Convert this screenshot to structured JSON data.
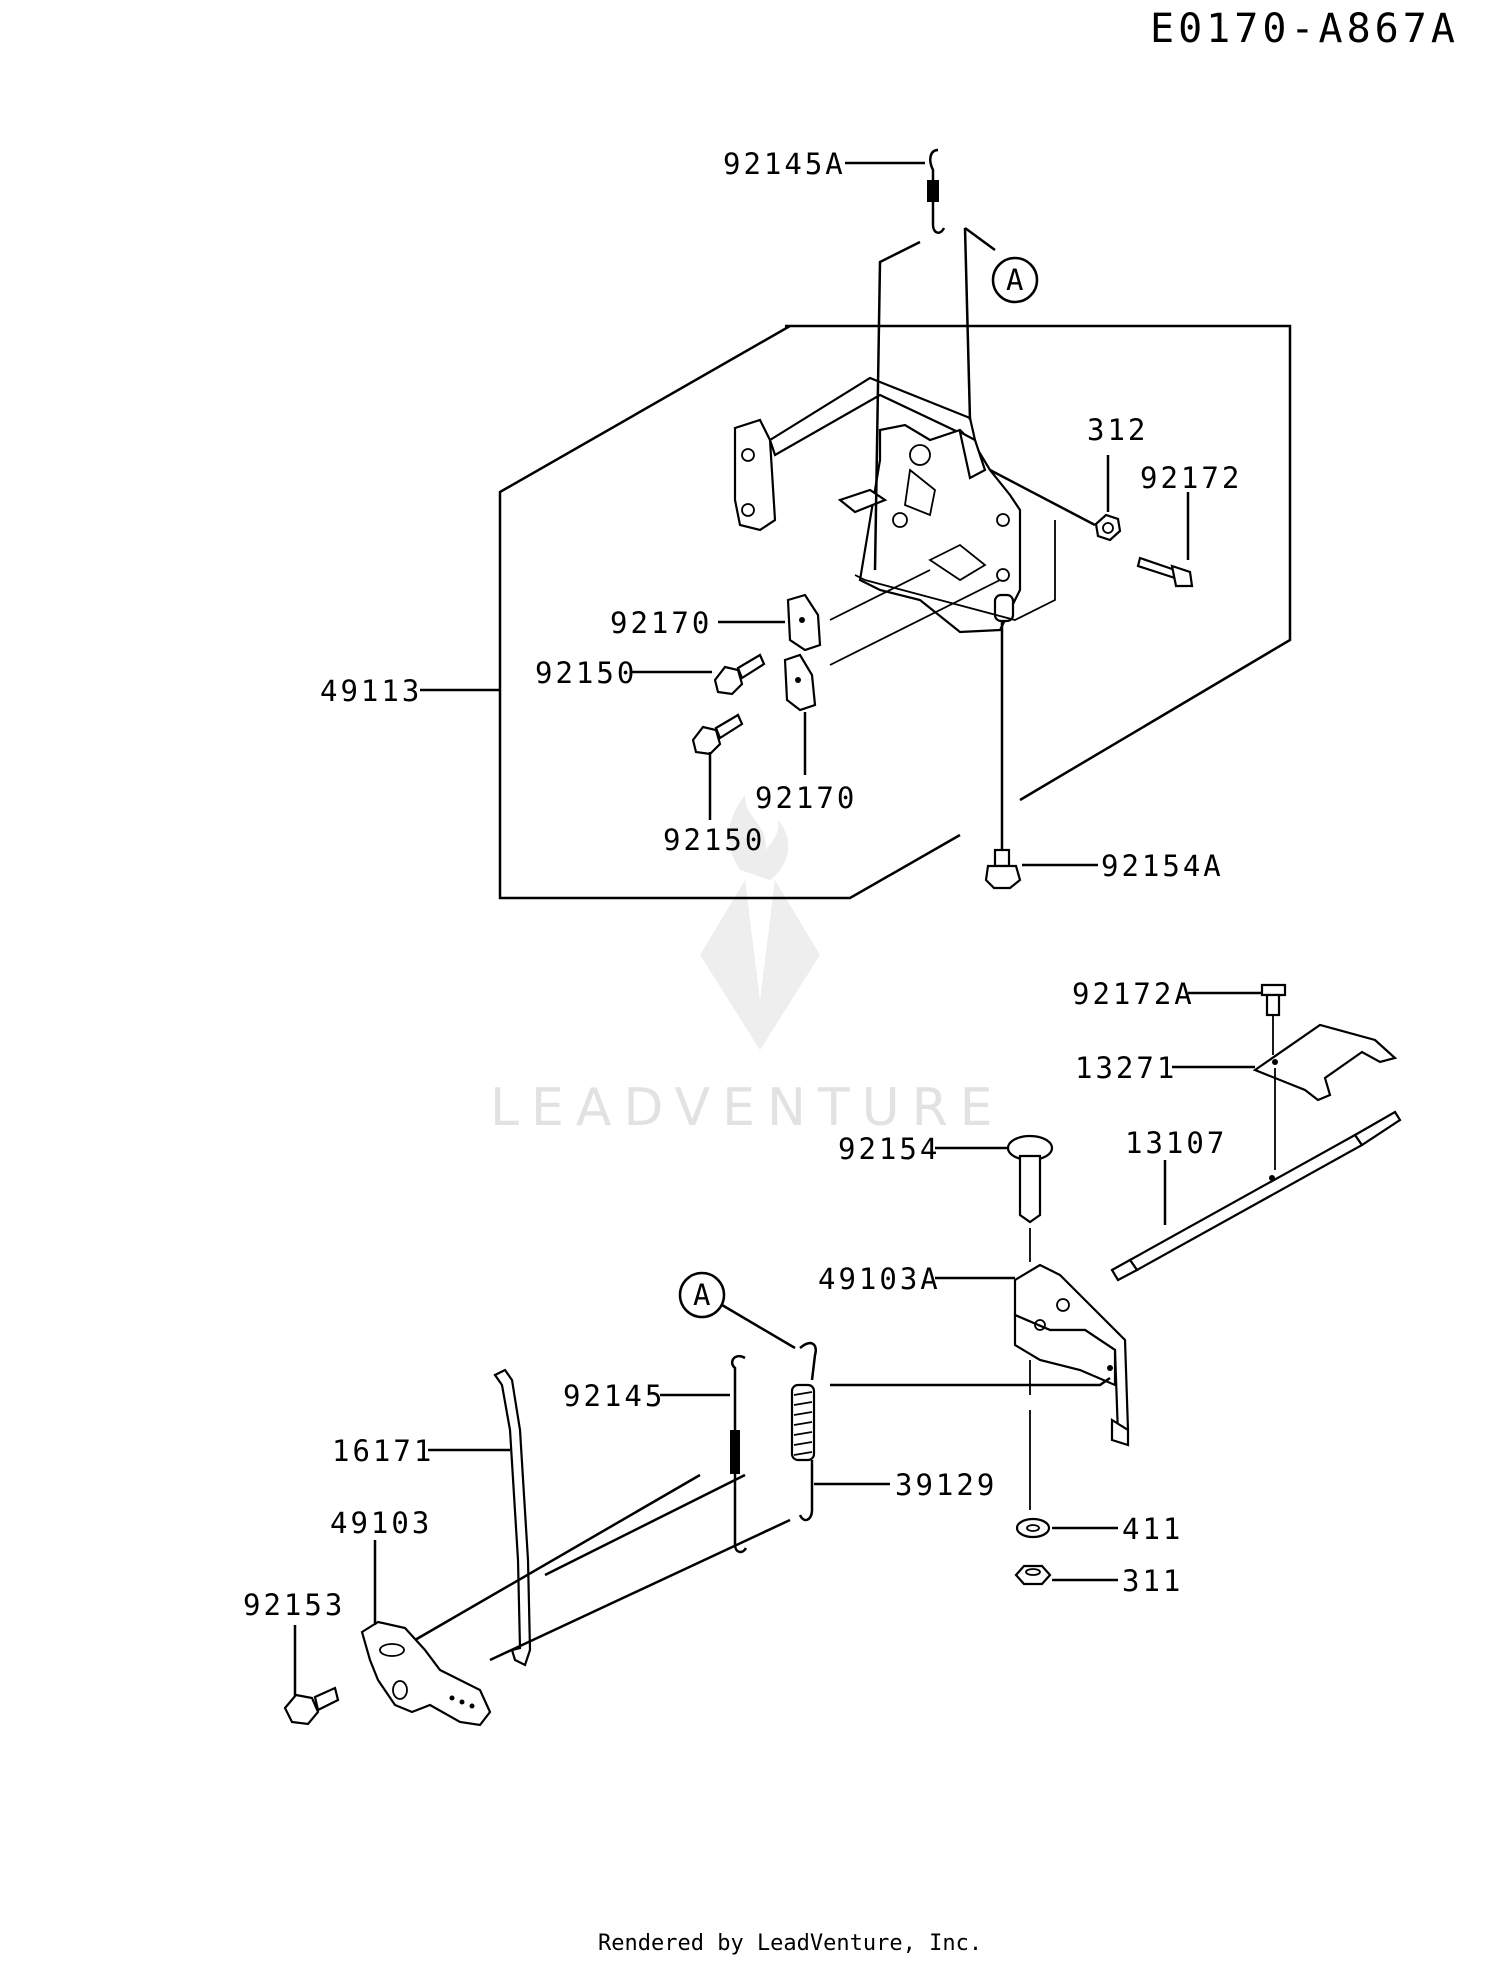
{
  "diagram_code": "E0170-A867A",
  "footer": "Rendered by LeadVenture, Inc.",
  "watermark": "LEADVENTURE",
  "callout_marker": "A",
  "parts": {
    "p92145A": "92145A",
    "p312": "312",
    "p92172": "92172",
    "p92170a": "92170",
    "p92150a": "92150",
    "p49113": "49113",
    "p92170b": "92170",
    "p92150b": "92150",
    "p92154A": "92154A",
    "p92172A": "92172A",
    "p13271": "13271",
    "p13107": "13107",
    "p92154": "92154",
    "p49103A": "49103A",
    "p92145": "92145",
    "p39129": "39129",
    "p16171": "16171",
    "p49103": "49103",
    "p411": "411",
    "p92153": "92153",
    "p311": "311"
  },
  "colors": {
    "line": "#000000",
    "watermark": "#e2e2e2",
    "background": "#ffffff"
  }
}
